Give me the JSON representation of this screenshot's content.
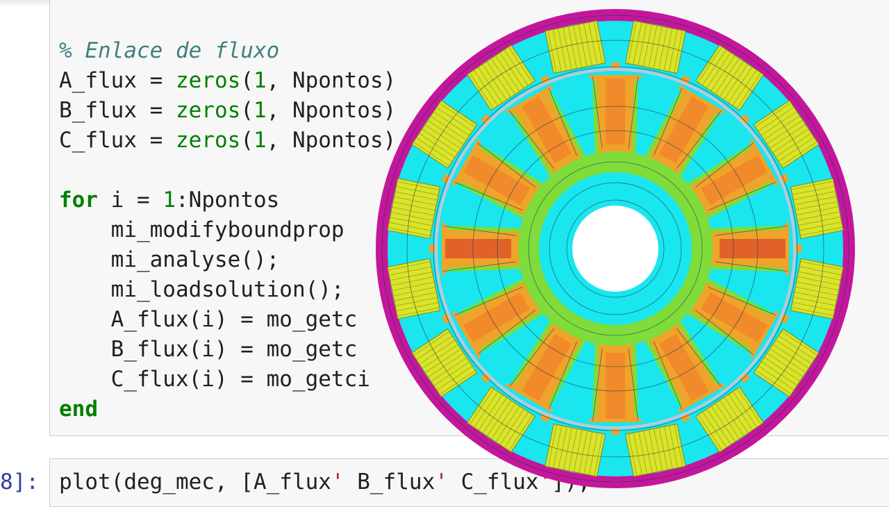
{
  "notebook": {
    "cell1": {
      "lines": [
        {
          "parts": [
            {
              "t": "% Enlace de fluxo",
              "c": "comment"
            }
          ]
        },
        {
          "parts": [
            {
              "t": "A_flux = ",
              "c": ""
            },
            {
              "t": "zeros",
              "c": "fn"
            },
            {
              "t": "(",
              "c": ""
            },
            {
              "t": "1",
              "c": "num"
            },
            {
              "t": ", Npontos)",
              "c": ""
            }
          ]
        },
        {
          "parts": [
            {
              "t": "B_flux = ",
              "c": ""
            },
            {
              "t": "zeros",
              "c": "fn"
            },
            {
              "t": "(",
              "c": ""
            },
            {
              "t": "1",
              "c": "num"
            },
            {
              "t": ", Npontos)",
              "c": ""
            }
          ]
        },
        {
          "parts": [
            {
              "t": "C_flux = ",
              "c": ""
            },
            {
              "t": "zeros",
              "c": "fn"
            },
            {
              "t": "(",
              "c": ""
            },
            {
              "t": "1",
              "c": "num"
            },
            {
              "t": ", Npontos)",
              "c": ""
            }
          ]
        },
        {
          "parts": [
            {
              "t": "",
              "c": ""
            }
          ]
        },
        {
          "parts": [
            {
              "t": "for",
              "c": "kw"
            },
            {
              "t": " i = ",
              "c": ""
            },
            {
              "t": "1",
              "c": "num"
            },
            {
              "t": ":Npontos",
              "c": ""
            }
          ]
        },
        {
          "parts": [
            {
              "t": "    mi_modifyboundprop",
              "c": ""
            }
          ]
        },
        {
          "parts": [
            {
              "t": "    mi_analyse();",
              "c": ""
            }
          ]
        },
        {
          "parts": [
            {
              "t": "    mi_loadsolution();",
              "c": ""
            }
          ]
        },
        {
          "parts": [
            {
              "t": "    A_flux(i) = mo_getc",
              "c": ""
            }
          ]
        },
        {
          "parts": [
            {
              "t": "    B_flux(i) = mo_getc",
              "c": ""
            }
          ]
        },
        {
          "parts": [
            {
              "t": "    C_flux(i) = mo_getci",
              "c": ""
            }
          ]
        },
        {
          "parts": [
            {
              "t": "end",
              "c": "kw"
            }
          ]
        }
      ]
    },
    "cell2": {
      "prompt": "8]:",
      "parts": [
        {
          "t": "plot",
          "c": ""
        },
        {
          "t": "(deg_mec, [A_flux",
          "c": ""
        },
        {
          "t": "'",
          "c": "str"
        },
        {
          "t": " B_flux",
          "c": ""
        },
        {
          "t": "'",
          "c": "str"
        },
        {
          "t": " C_flux",
          "c": ""
        },
        {
          "t": "'",
          "c": "str"
        },
        {
          "t": "]);",
          "c": ""
        }
      ]
    }
  },
  "figure": {
    "image": "fem-motor-flux-density-plot",
    "colors": {
      "stator_outer": "#c4169c",
      "slot_fill": "#d9e42a",
      "air_region": "#19e6ef",
      "tooth": "#f0a32a",
      "tooth_core": "#e0622a",
      "mid_green": "#7fdc3a",
      "shaft": "#ffffff"
    }
  }
}
